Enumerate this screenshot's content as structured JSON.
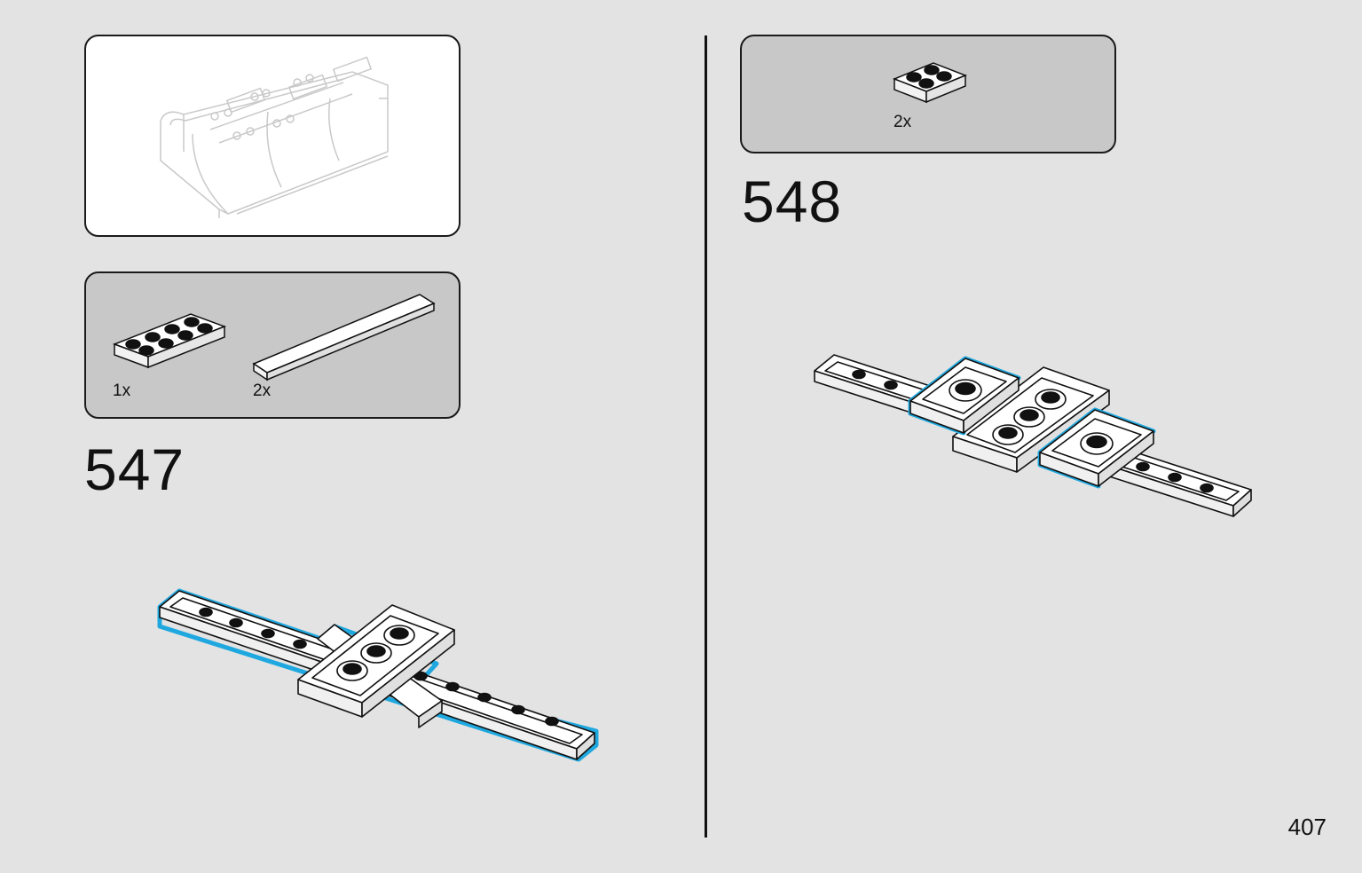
{
  "page": {
    "number": "407",
    "background": "#e3e3e3",
    "highlight_color": "#1fa8df"
  },
  "step_547": {
    "number": "547",
    "parts": [
      {
        "name": "plate-2x4",
        "quantity": "1x"
      },
      {
        "name": "tile-1x8",
        "quantity": "2x"
      }
    ]
  },
  "step_548": {
    "number": "548",
    "parts": [
      {
        "name": "plate-2x2",
        "quantity": "2x"
      }
    ]
  }
}
